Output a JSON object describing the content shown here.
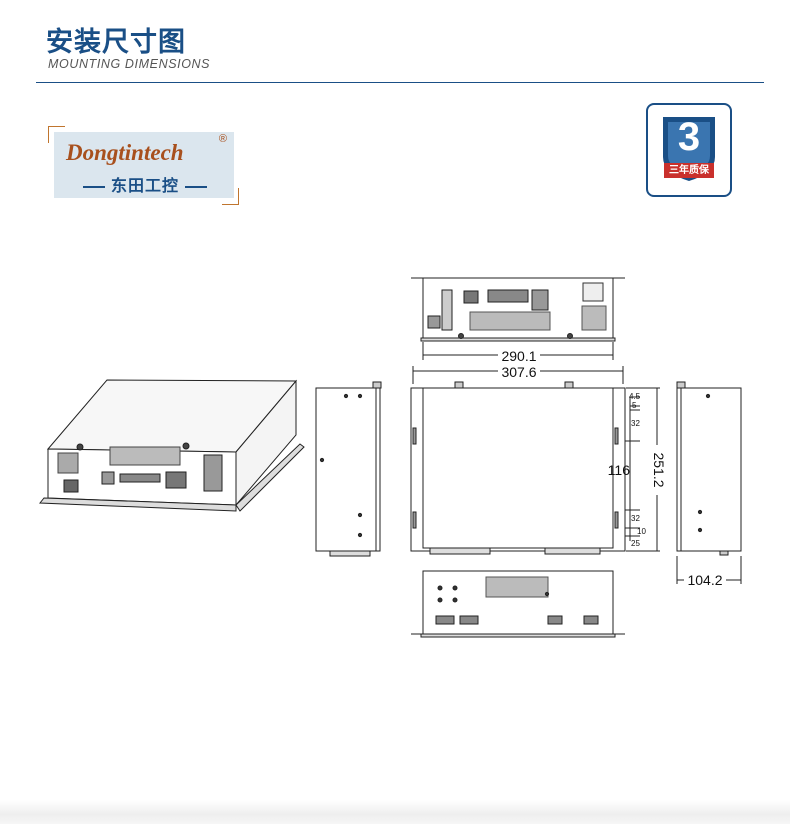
{
  "header": {
    "title": "安装尺寸图",
    "subtitle": "MOUNTING  DIMENSIONS"
  },
  "logo": {
    "brand": "Dongtintech",
    "registered": "®",
    "chinese": "东田工控"
  },
  "warranty_badge": {
    "number": "3",
    "label": "三年质保"
  },
  "dimensions": {
    "width_inner": "290.1",
    "width_outer": "307.6",
    "height": "251.2",
    "depth": "104.2",
    "mid_span": "116",
    "offset_4_5": "4.5",
    "offset_5": "5",
    "spacing_32_top": "32",
    "spacing_32_bottom": "32",
    "offset_10": "10",
    "offset_25": "25"
  },
  "colors": {
    "brand_blue": "#1a4f86",
    "logo_orange": "#a8501d",
    "badge_red": "#c9302c"
  }
}
